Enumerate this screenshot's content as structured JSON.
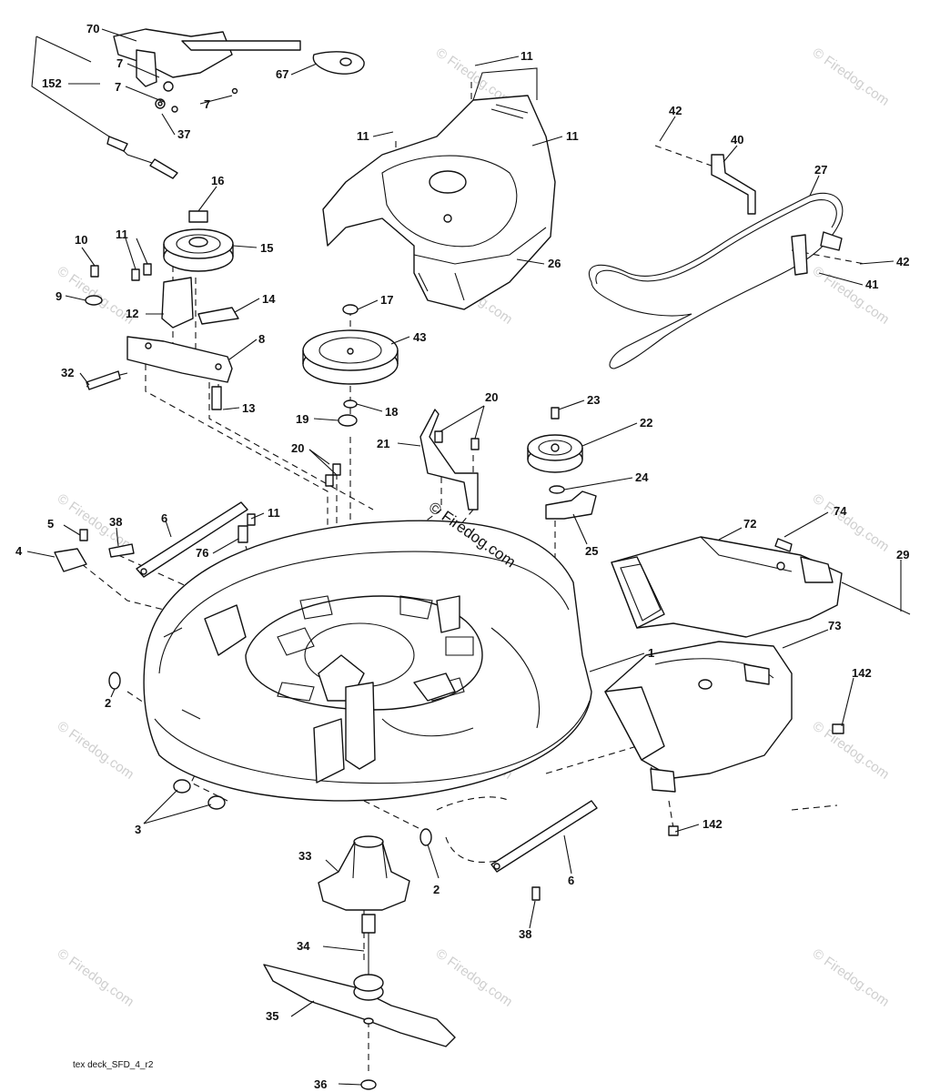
{
  "drawing_code": "tex deck_SFD_4_r2",
  "watermark": "© Firedog.com",
  "callouts": {
    "c70": "70",
    "c152": "152",
    "c7a": "7",
    "c7b": "7",
    "c7c": "7",
    "c67": "67",
    "c37": "37",
    "c11a": "11",
    "c11b": "11",
    "c11c": "11",
    "c11d": "11",
    "c11e": "11",
    "c42a": "42",
    "c42b": "42",
    "c40": "40",
    "c27": "27",
    "c41": "41",
    "c26": "26",
    "c16": "16",
    "c10": "10",
    "c15": "15",
    "c9": "9",
    "c14": "14",
    "c12": "12",
    "c8": "8",
    "c32": "32",
    "c13": "13",
    "c17": "17",
    "c43": "43",
    "c18": "18",
    "c19": "19",
    "c20a": "20",
    "c20b": "20",
    "c21": "21",
    "c23": "23",
    "c22": "22",
    "c24": "24",
    "c25": "25",
    "c5": "5",
    "c38a": "38",
    "c38b": "38",
    "c6a": "6",
    "c6b": "6",
    "c76": "76",
    "c4": "4",
    "c72": "72",
    "c74": "74",
    "c29": "29",
    "c73": "73",
    "c1": "1",
    "c2a": "2",
    "c2b": "2",
    "c142a": "142",
    "c142b": "142",
    "c3": "3",
    "c33": "33",
    "c34": "34",
    "c35": "35",
    "c36": "36"
  }
}
